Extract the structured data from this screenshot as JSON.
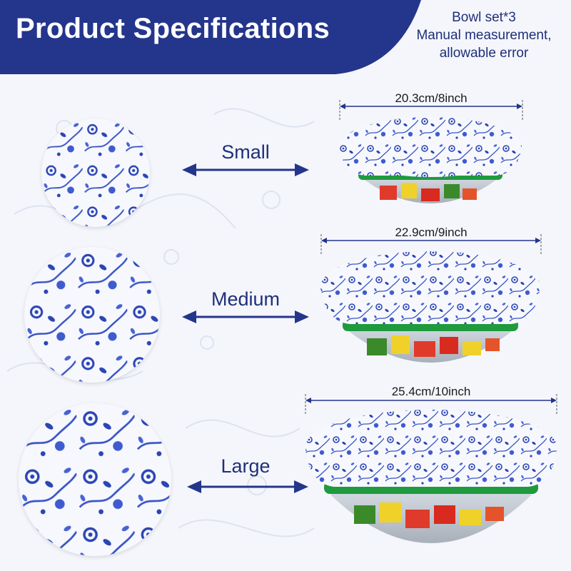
{
  "header": {
    "title": "Product Specifications",
    "notes": [
      "Bowl set*3",
      "Manual measurement,",
      "allowable error"
    ]
  },
  "sizes": [
    {
      "label": "Small",
      "dimension": "20.3cm/8inch"
    },
    {
      "label": "Medium",
      "dimension": "22.9cm/9inch"
    },
    {
      "label": "Large",
      "dimension": "25.4cm/10inch"
    }
  ],
  "colors": {
    "banner": "#24358c",
    "text_blue": "#1f2f7a",
    "floral": "#2b45b5",
    "band": "#1f9a3e"
  },
  "icons": [
    "double-arrow-icon",
    "dimension-arrow-icon",
    "floral-pattern"
  ]
}
